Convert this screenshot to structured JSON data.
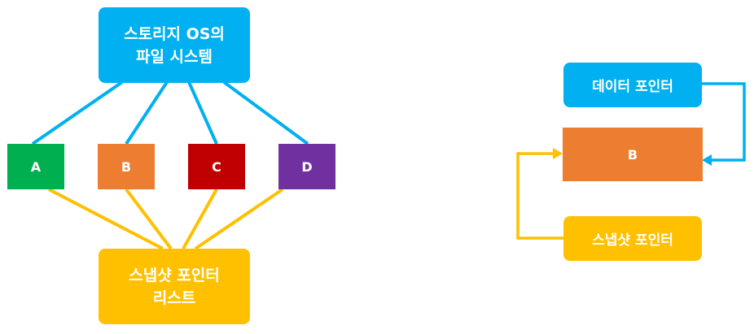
{
  "colors": {
    "blue": "#00b0f0",
    "orange": "#ed7d31",
    "yellow": "#ffc000",
    "green": "#00b050",
    "red": "#c00000",
    "purple": "#7030a0"
  },
  "left": {
    "storage_fs": {
      "line1": "스토리지 OS의",
      "line2": "파일 시스템"
    },
    "blocks": [
      {
        "label": "A",
        "color": "#00b050"
      },
      {
        "label": "B",
        "color": "#ed7d31"
      },
      {
        "label": "C",
        "color": "#c00000"
      },
      {
        "label": "D",
        "color": "#7030a0"
      }
    ],
    "snapshot_list": {
      "line1": "스냅샷 포인터",
      "line2": "리스트"
    }
  },
  "right": {
    "data_pointer": "데이터 포인터",
    "block": "B",
    "snapshot_pointer": "스냅샷 포인터"
  }
}
